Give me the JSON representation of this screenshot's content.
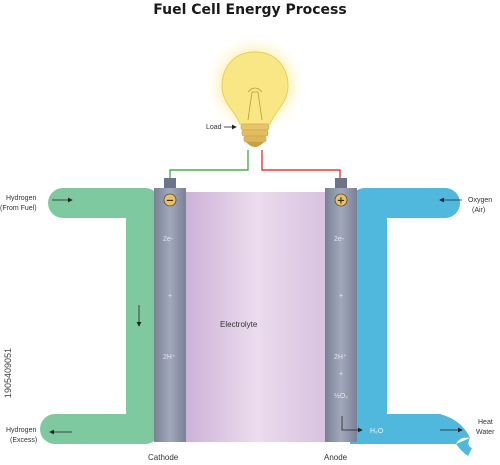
{
  "title": "Fuel Cell Energy Process",
  "load_label": "Load",
  "left_labels": {
    "hydrogen_in": [
      "Hydrogen",
      "(From Fuel)"
    ],
    "hydrogen_out": [
      "Hydrogen",
      "(Excess)"
    ]
  },
  "right_labels": {
    "oxygen_in": [
      "Oxygen",
      "(Air)"
    ],
    "heat_water": [
      "Heat",
      "Water"
    ]
  },
  "electrolyte_label": "Electrolyte",
  "cathode_label": "Cathode",
  "anode_label": "Anode",
  "cathode_symbol": "−",
  "anode_symbol": "+",
  "cathode_electrode_text": [
    "2e-",
    "+",
    "2H⁺"
  ],
  "anode_electrode_text": [
    "2e-",
    "+",
    "2H⁺",
    "+",
    "½O₂"
  ],
  "water_label": "H₂O",
  "watermark": "1905409051",
  "colors": {
    "hydrogen_pipe": "#7fc9a0",
    "oxygen_pipe": "#4fb8dc",
    "electrode": "#8c92a8",
    "electrolyte": "#e2cbe4",
    "bulb": "#f6e27a",
    "wire_negative": "#4caf50",
    "wire_positive": "#e53935"
  },
  "icons": [
    "light-bulb-icon",
    "minus-terminal-icon",
    "plus-terminal-icon",
    "arrow-icon"
  ]
}
